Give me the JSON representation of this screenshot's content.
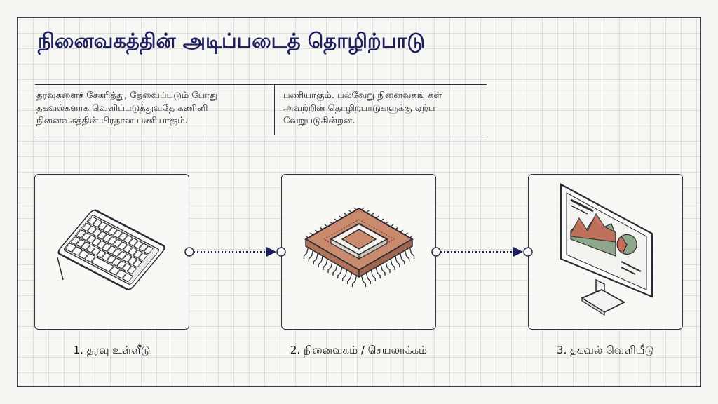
{
  "title": "நினைவகத்தின் அடிப்படைத் தொழிற்பாடு",
  "description": {
    "left": "தரவுகளைச் சேகரித்து, தேவைப்படும் போது தகவல்களாக வெளிப்படுத்துவதே கணினி நினைவகத்தின் பிரதான பணியாகும்.",
    "right": "பணியாகும். பல்வேறு நினைவகங் கள் அவற்றின் தொழிற்பாடுகளுக்கு ஏற்ப வேறுபடுகின்றன."
  },
  "steps": [
    {
      "label": "1. தரவு உள்ளீடு",
      "icon": "keyboard-icon"
    },
    {
      "label": "2. நினைவகம் / செயலாக்கம்",
      "icon": "cpu-chip-icon"
    },
    {
      "label": "3. தகவல் வெளியீடு",
      "icon": "monitor-chart-icon"
    }
  ],
  "colors": {
    "title": "#1e1f5e",
    "chip": "#c98a6e",
    "chart_red": "#c46a55",
    "chart_green": "#8fa88b",
    "arrow": "#1e1f5e"
  }
}
